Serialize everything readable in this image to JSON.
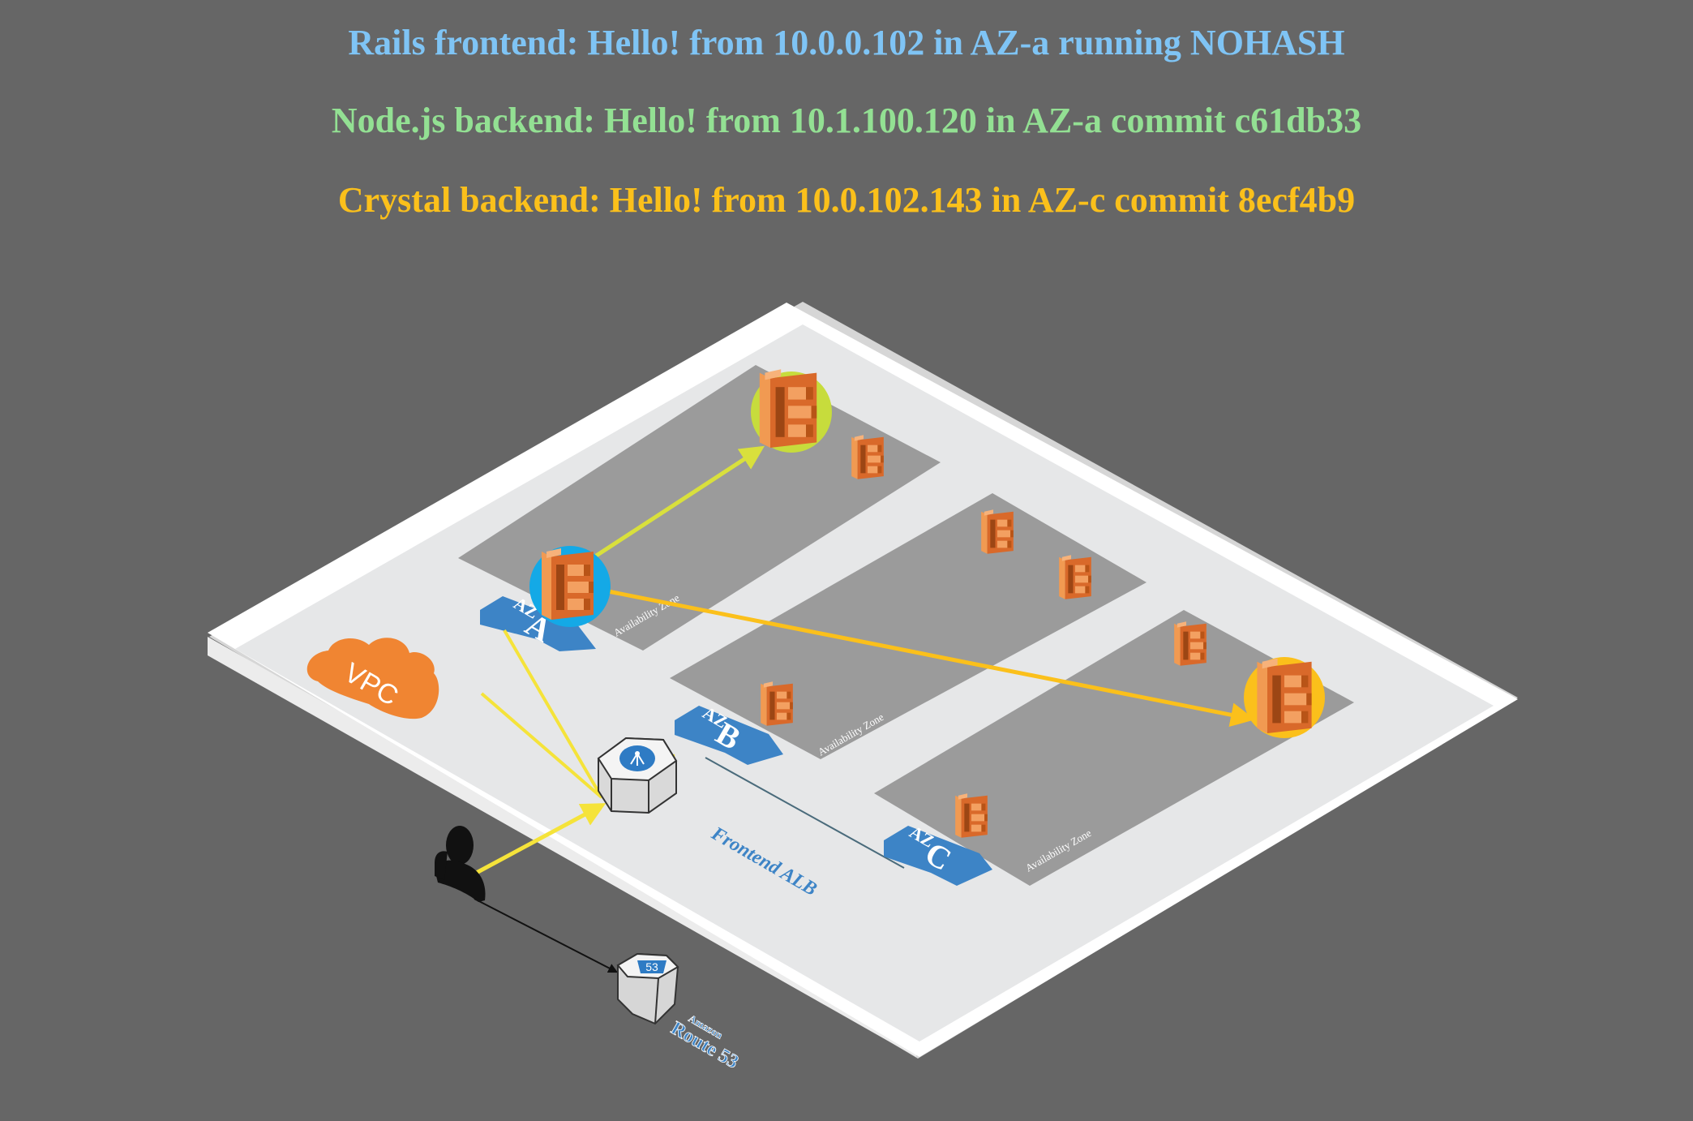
{
  "status_lines": {
    "rails": "Rails frontend: Hello! from 10.0.0.102 in AZ-a running NOHASH",
    "node": "Node.js backend: Hello! from 10.1.100.120 in AZ-a commit c61db33",
    "crystal": "Crystal backend: Hello! from 10.0.102.143 in AZ-c commit 8ecf4b9"
  },
  "colors": {
    "background": "#666666",
    "rails": "#7fc4f5",
    "node": "#93e093",
    "crystal": "#fbc01b",
    "vpc_cloud": "#f08532",
    "az_badge": "#3d84c6",
    "ecs_orange": "#e8762d",
    "node_highlight": "#c7dc3c",
    "rails_highlight": "#14a9e6",
    "crystal_highlight": "#fbc01b",
    "frontend_path": "#f5e33a",
    "node_path": "#d9e03c",
    "crystal_path": "#fbc01b"
  },
  "diagram": {
    "vpc_label": "VPC",
    "zones": [
      {
        "badge_prefix": "AZ",
        "badge_letter": "A",
        "caption": "Availability Zone"
      },
      {
        "badge_prefix": "AZ",
        "badge_letter": "B",
        "caption": "Availability Zone"
      },
      {
        "badge_prefix": "AZ",
        "badge_letter": "C",
        "caption": "Availability Zone"
      }
    ],
    "alb_label": "Frontend ALB",
    "route53_small": "Amazon",
    "route53_big": "Route 53",
    "route53_badge": "53",
    "icons": {
      "vpc": "vpc-cloud-icon",
      "user": "user-icon",
      "alb": "load-balancer-icon",
      "route53": "route53-icon",
      "container": "ecs-container-icon"
    }
  }
}
